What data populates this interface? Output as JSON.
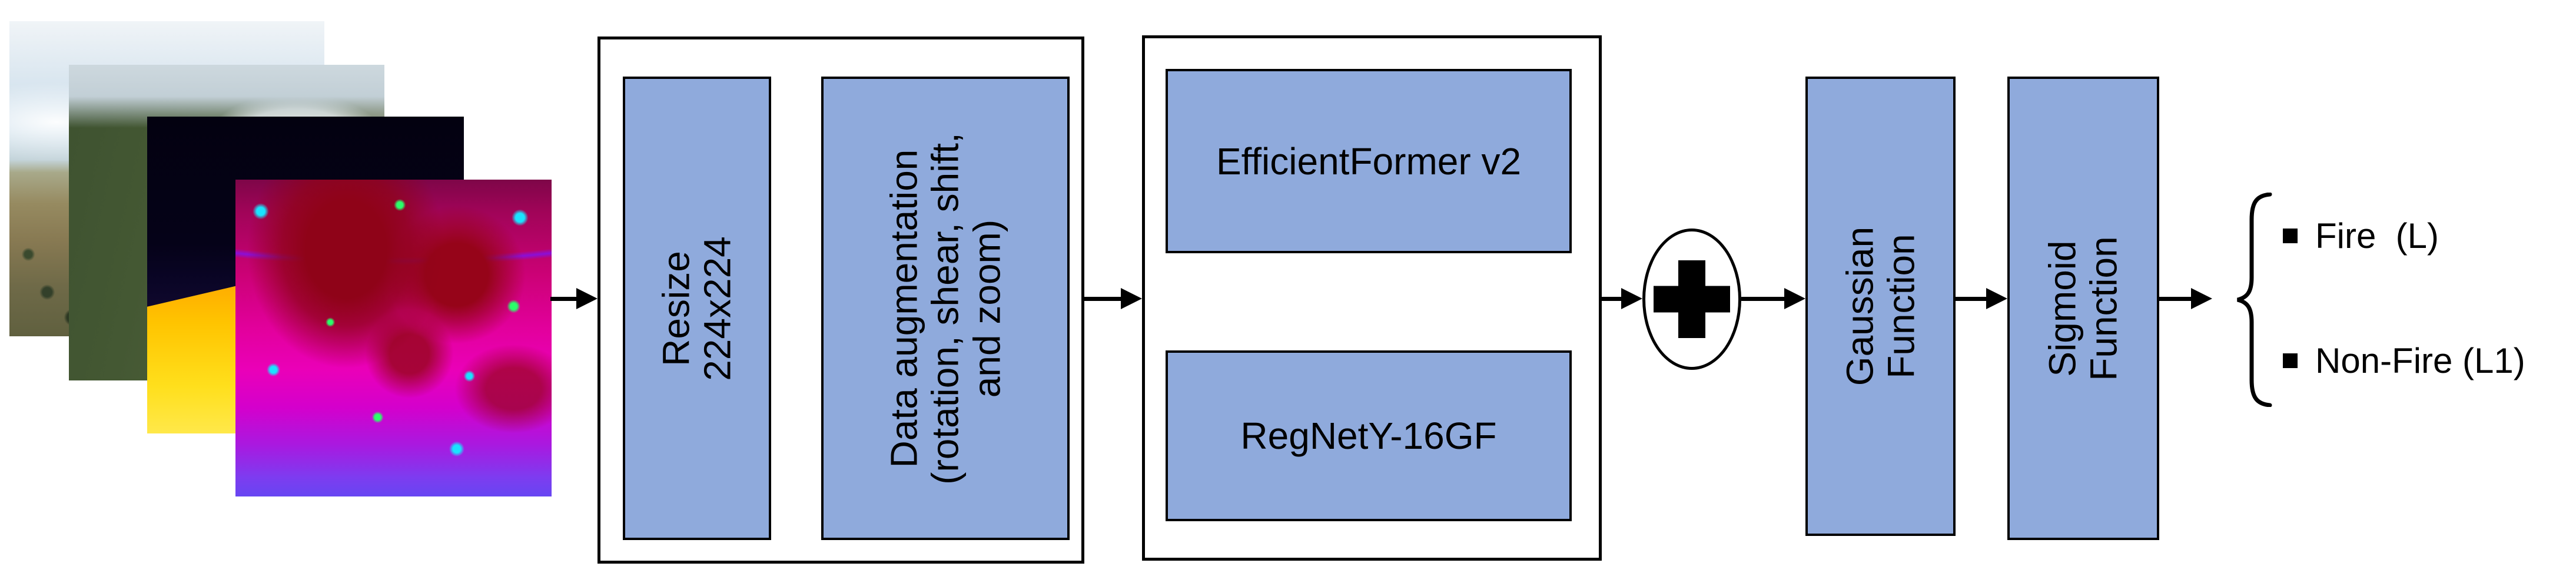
{
  "colors": {
    "box_fill": "#8FAADC",
    "border": "#000000",
    "background": "#FFFFFF"
  },
  "input_stack": {
    "description": "four overlapping aerial dataset samples",
    "images": [
      {
        "name": "aerial-hillside-rgb"
      },
      {
        "name": "forest-smoke-rgb"
      },
      {
        "name": "thermal-orange-ridge"
      },
      {
        "name": "thermal-magenta-hotspots"
      }
    ]
  },
  "preprocess": {
    "resize_label": "Resize 224x224",
    "augment_label": "Data augmentation\n(rotation, shear, shift,\nand zoom)"
  },
  "backbones": {
    "top_label": "EfficientFormer v2",
    "bottom_label": "RegNetY-16GF"
  },
  "fusion": {
    "icon": "plus-icon",
    "meaning": "feature fusion"
  },
  "post": {
    "gaussian_label": "Gaussian Function",
    "sigmoid_label": "Sigmoid Function"
  },
  "outputs": [
    {
      "label": "Fire  (L)"
    },
    {
      "label": "Non-Fire (L1)"
    }
  ]
}
